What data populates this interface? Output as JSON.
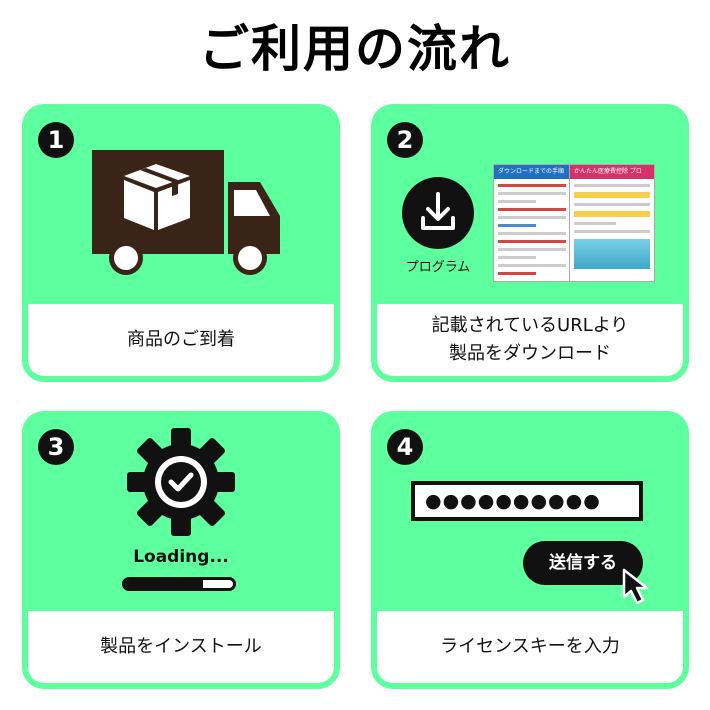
{
  "page": {
    "title": "ご利用の流れ"
  },
  "colors": {
    "card_bg": "#5eff9e",
    "dark": "#111111",
    "banner_red": "#e04040",
    "banner_blue": "#1f6fc4",
    "doc2_header": "#d8306a"
  },
  "steps": [
    {
      "number": "1",
      "caption": "商品のご到着",
      "icon": "delivery-truck-icon"
    },
    {
      "number": "2",
      "caption_line1": "記載されているURLより",
      "caption_line2": "製品をダウンロード",
      "icon": "download-icon",
      "icon_label": "プログラム",
      "doc_titles": [
        "ダウンロードまでの手順",
        "かんたん医療費控除 プロ"
      ]
    },
    {
      "number": "3",
      "caption": "製品をインストール",
      "icon": "gear-check-icon",
      "loading_text": "Loading...",
      "progress": 0.72
    },
    {
      "number": "4",
      "caption": "ライセンスキーを入力",
      "icon": "cursor-icon",
      "password_mask": "●●●●●●●●●●",
      "send_label": "送信する"
    }
  ]
}
